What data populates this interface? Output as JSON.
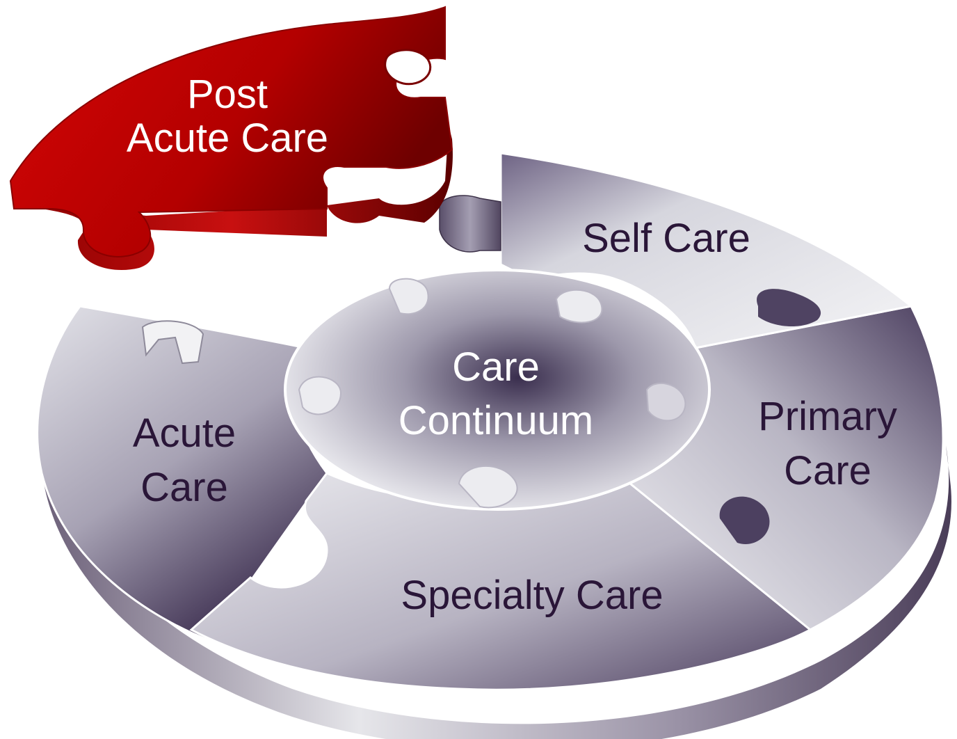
{
  "pieces": {
    "center": {
      "line1": "Care",
      "line2": "Continuum"
    },
    "self_care": {
      "label": "Self Care"
    },
    "primary_care": {
      "line1": "Primary",
      "line2": "Care"
    },
    "specialty_care": {
      "label": "Specialty Care"
    },
    "acute_care": {
      "line1": "Acute",
      "line2": "Care"
    },
    "post_acute_care": {
      "line1": "Post",
      "line2": "Acute Care"
    }
  },
  "colors": {
    "accent_red": "#b00000",
    "piece_silver": "#d8d8dc",
    "piece_shadow": "#4a3a5a",
    "text_dark": "#2a1638",
    "text_light": "#ffffff"
  }
}
